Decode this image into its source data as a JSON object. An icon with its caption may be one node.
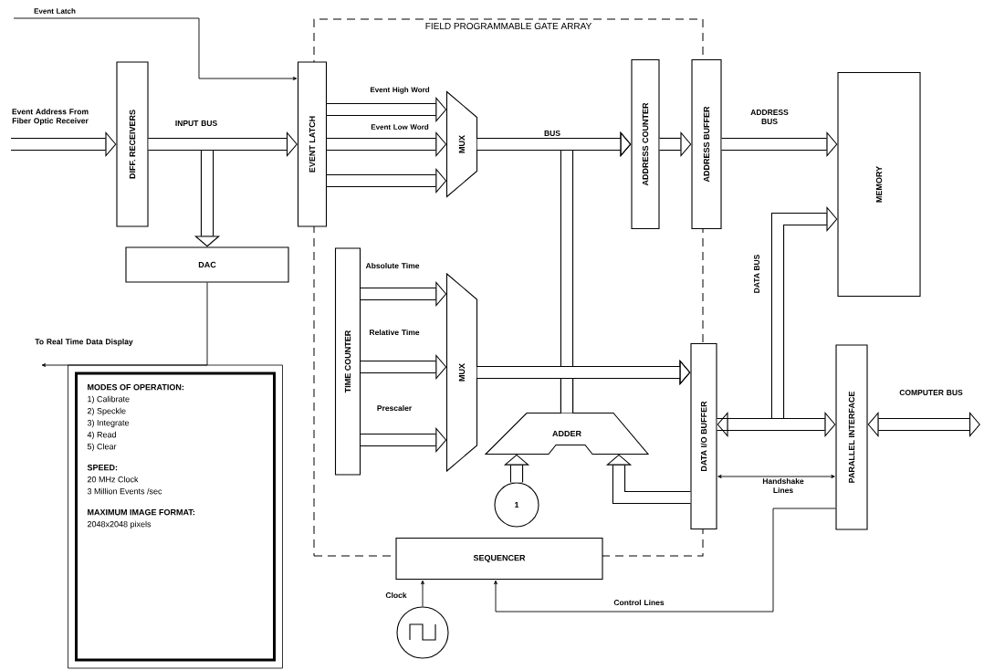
{
  "diagram": {
    "nodes": [
      {
        "text": [
          "FIELD PROGRAMMABLE GATE ARRAY"
        ]
      },
      {
        "text": [
          "DIFF. RECEIVERS"
        ]
      },
      {
        "text": [
          "EVENT LATCH"
        ]
      },
      {
        "text": [
          "MUX"
        ],
        "in": 0
      },
      {
        "text": [
          "ADDRESS COUNTER"
        ],
        "in": 0
      },
      {
        "text": [
          "ADDRESS BUFFER"
        ]
      },
      {
        "text": [
          "MEMORY"
        ]
      },
      {
        "text": [
          "DAC"
        ]
      },
      {
        "text": [
          "TIME COUNTER"
        ],
        "in": 0
      },
      {
        "text": [
          "MUX"
        ],
        "in": 0
      },
      {
        "text": [
          "DATA I/O BUFFER"
        ]
      },
      {
        "text": [
          "PARALLEL INTERFACE"
        ]
      },
      {
        "text": [
          "ADDER"
        ],
        "in": 0
      },
      {
        "text": [
          "1"
        ],
        "in": 0
      },
      {
        "text": [
          "SEQUENCER"
        ]
      },
      {
        "text": [],
        "shape": "circle"
      },
      {
        "text": [
          "MODES OF OPERATION:",
          "1) Calibrate",
          "2) Speckle",
          "3) Integrate",
          "4) Read",
          "5) Clear",
          "SPEED:",
          "20 MHz Clock",
          "3 Million Events /sec",
          "MAXIMUM IMAGE FORMAT:",
          "2048x2048 pixels"
        ]
      }
    ],
    "edges": [
      {
        "from": null,
        "to": 2,
        "arrow": "to",
        "label": "Event Latch"
      },
      {
        "from": null,
        "to": 1,
        "arrow": "to",
        "label": "Event Address From Fiber Optic Receiver"
      },
      {
        "from": 1,
        "to": 7,
        "arrow": "to"
      },
      {
        "from": 1,
        "to": 2,
        "arrow": "to",
        "label": "INPUT BUS"
      },
      {
        "from": 2,
        "to": 3,
        "arrow": "to",
        "label": "Event High Word"
      },
      {
        "from": 2,
        "to": 3,
        "arrow": "to",
        "label": "Event Low Word"
      },
      {
        "from": 2,
        "to": 3,
        "arrow": "to"
      },
      {
        "from": 12,
        "to": 4,
        "arrow": "to"
      },
      {
        "from": 12,
        "to": 10,
        "arrow": "to"
      },
      {
        "from": 3,
        "to": 4,
        "arrow": "to",
        "label": "BUS"
      },
      {
        "from": 4,
        "to": 5,
        "arrow": "to"
      },
      {
        "from": 5,
        "to": 6,
        "arrow": "to",
        "label": "ADDRESS BUS"
      },
      {
        "from": 7,
        "to": null,
        "arrow": "to",
        "label": "To Real Time Data Display"
      },
      {
        "from": 8,
        "to": 9,
        "arrow": "to",
        "label": "Absolute Time"
      },
      {
        "from": 8,
        "to": 9,
        "arrow": "to",
        "label": "Relative Time"
      },
      {
        "from": 8,
        "to": 9,
        "arrow": "to",
        "label": "Prescaler"
      },
      {
        "from": 9,
        "to": 10,
        "arrow": "to"
      },
      {
        "from": 13,
        "to": 12,
        "arrow": "to"
      },
      {
        "from": 10,
        "to": 12,
        "arrow": "to"
      },
      {
        "from": 10,
        "to": 6,
        "arrow": "to",
        "label": "DATA BUS"
      },
      {
        "from": 10,
        "to": 11,
        "arrow": "both"
      },
      {
        "from": 11,
        "to": null,
        "arrow": "both",
        "label": "COMPUTER BUS"
      },
      {
        "from": 10,
        "to": 11,
        "arrow": "both",
        "label": "Handshake Lines"
      },
      {
        "from": 11,
        "to": 14,
        "arrow": "to",
        "label": "Control Lines"
      },
      {
        "from": 15,
        "to": 14,
        "arrow": "to",
        "label": "Clock"
      }
    ]
  }
}
